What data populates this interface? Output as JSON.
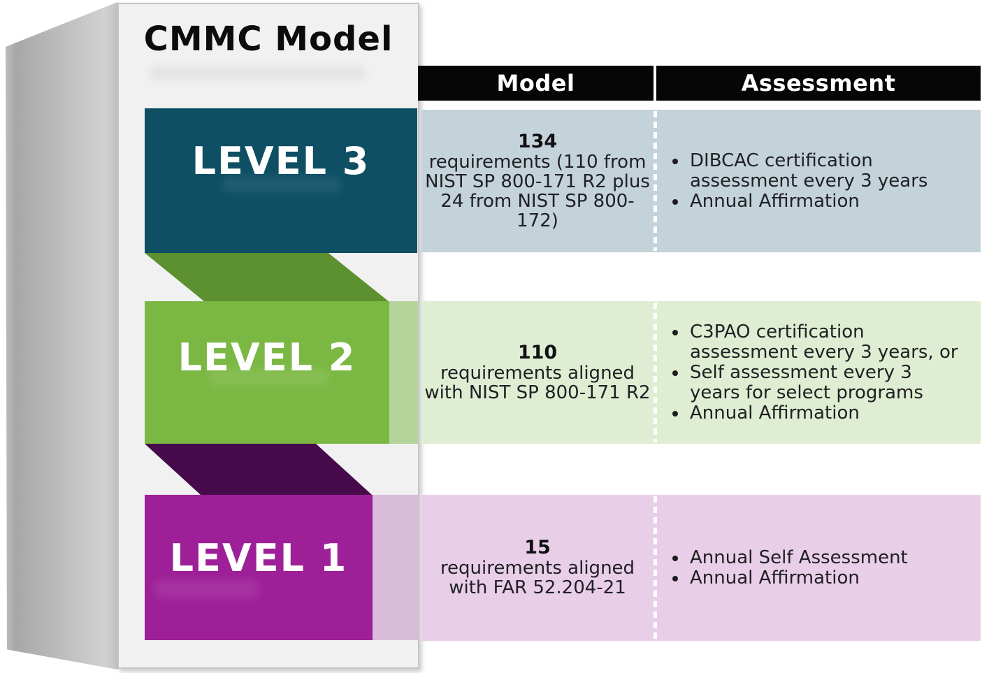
{
  "title": "CMMC Model",
  "palette": {
    "background": "#ffffff",
    "panel": "#f1f1f2",
    "header_bg": "#060606",
    "header_text": "#ffffff",
    "body_text": "#202024"
  },
  "header": {
    "model_label": "Model",
    "assessment_label": "Assessment",
    "bg_color": "#060606"
  },
  "connectors": [
    {
      "between": "level-3/level-2",
      "color": "#5d9130"
    },
    {
      "between": "level-2/level-1",
      "color": "#470b4b"
    }
  ],
  "levels": [
    {
      "name": "level-3",
      "label": "LEVEL 3",
      "block_color": "#0e4f63",
      "row_color": "#c4d3da",
      "model": {
        "value": "134",
        "lines": [
          "requirements (110 from",
          "NIST SP 800-171 R2 plus",
          "24 from NIST SP 800-",
          "172)"
        ]
      },
      "assessment": {
        "bullets": [
          [
            "DIBCAC certification",
            "assessment every 3 years"
          ],
          [
            "Annual Affirmation"
          ]
        ]
      }
    },
    {
      "name": "level-2",
      "label": "LEVEL 2",
      "block_color": "#7bb843",
      "tail_color": "#b4d49a",
      "row_color": "#dfedd2",
      "model": {
        "value": "110",
        "lines": [
          "requirements aligned",
          "with NIST SP 800-171 R2"
        ]
      },
      "assessment": {
        "bullets": [
          [
            "C3PAO certification",
            "assessment every 3 years, or"
          ],
          [
            "Self assessment every 3",
            "years for select programs"
          ],
          [
            "Annual Affirmation"
          ]
        ]
      }
    },
    {
      "name": "level-1",
      "label": "LEVEL 1",
      "block_color": "#9e2098",
      "tail_color": "#d9bcda",
      "row_color": "#e8cfe7",
      "model": {
        "value": "15",
        "lines": [
          "requirements aligned",
          "with FAR 52.204-21"
        ]
      },
      "assessment": {
        "bullets": [
          [
            "Annual Self Assessment"
          ],
          [
            "Annual Affirmation"
          ]
        ]
      }
    }
  ]
}
